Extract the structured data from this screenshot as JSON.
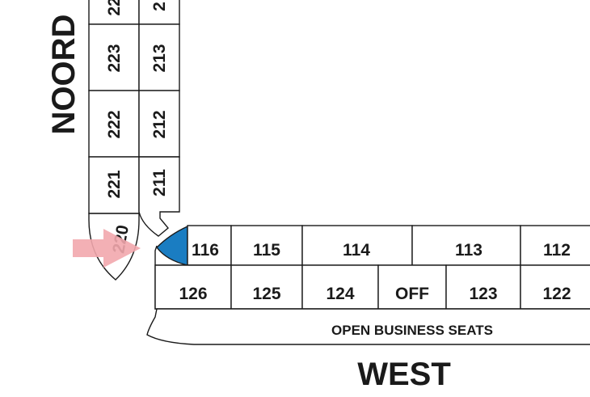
{
  "map": {
    "north_label": "NOORD",
    "west_label": "WEST",
    "open_seats_label": "OPEN BUSINESS SEATS",
    "entrance_marker": "arrow-right-icon",
    "colors": {
      "highlight": "#1a7dc2",
      "arrow": "#f2a7ad",
      "line": "#1a1a1a"
    },
    "north_outer_column": [
      "22",
      "223",
      "222",
      "221",
      "220"
    ],
    "north_inner_column": [
      "2",
      "213",
      "212",
      "211"
    ],
    "west_top_row": [
      "116",
      "115",
      "114",
      "113",
      "112"
    ],
    "west_bottom_row": [
      "126",
      "125",
      "124",
      "OFF",
      "123",
      "122"
    ]
  }
}
